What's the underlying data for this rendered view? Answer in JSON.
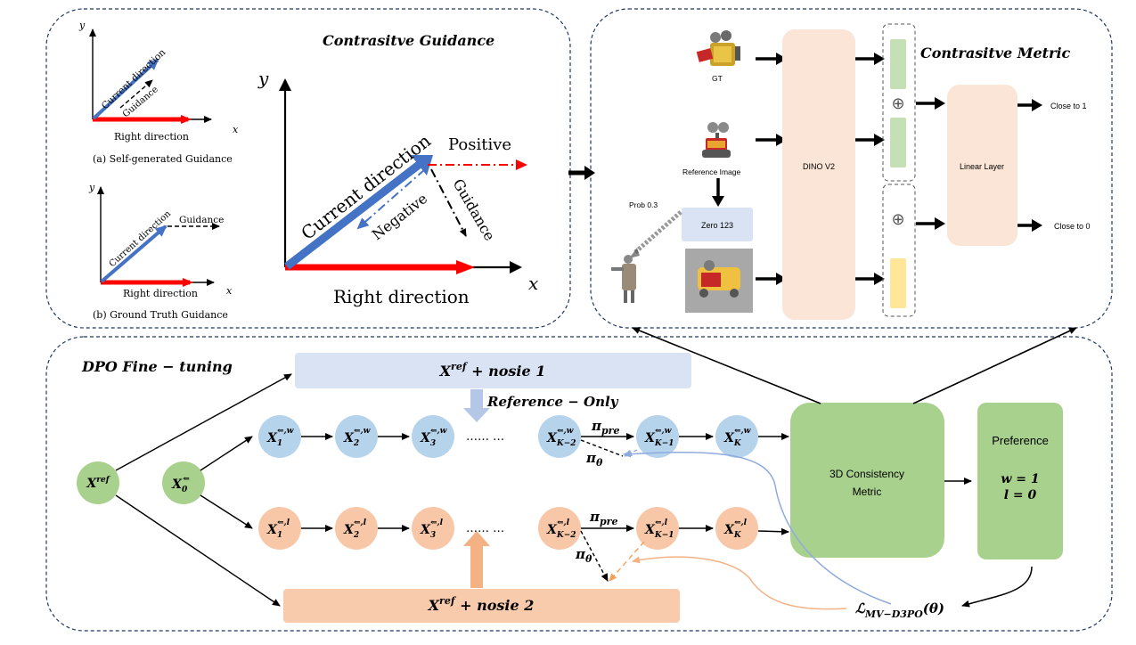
{
  "contrastive_guidance": {
    "title": "Contrasitve Guidance",
    "panel_a": {
      "caption": "(a) Self-generated Guidance",
      "y_label": "y",
      "x_label": "x",
      "current_label": "Current direction",
      "guidance_label": "Guidance",
      "right_label": "Right direction"
    },
    "panel_b": {
      "caption": "(b) Ground Truth Guidance",
      "y_label": "y",
      "x_label": "x",
      "current_label": "Current direction",
      "guidance_label": "Guidance",
      "right_label": "Right direction"
    },
    "main": {
      "y_label": "y",
      "x_label": "x",
      "current_label": "Current direction",
      "positive_label": "Positive",
      "negative_label": "Negative",
      "guidance_label": "Guidance",
      "right_label": "Right direction"
    }
  },
  "contrastive_metric": {
    "title": "Contrasitve Metric",
    "gt_label": "GT",
    "reference_label": "Reference Image",
    "prob_label": "Prob 0.3",
    "zero123_label": "Zero 123",
    "dino_label": "DINO V2",
    "plus_symbol": "⊕",
    "linear_label": "Linear Layer",
    "close1_label": "Close to 1",
    "close0_label": "Close to 0"
  },
  "dpo": {
    "title": "DPO Fine − tuning",
    "noise1": {
      "base": "X",
      "sup": "ref",
      "tail": " + nosie 1"
    },
    "noise2": {
      "base": "X",
      "sup": "ref",
      "tail": " + nosie 2"
    },
    "reference_only": "Reference − Only",
    "x_ref": {
      "base": "X",
      "sup": "ref"
    },
    "x0": {
      "base": "X",
      "sub": "0",
      "sup": "⇐"
    },
    "win_nodes": [
      {
        "base": "X",
        "sub": "1",
        "sup": "⇐,w"
      },
      {
        "base": "X",
        "sub": "2",
        "sup": "⇐,w"
      },
      {
        "base": "X",
        "sub": "3",
        "sup": "⇐,w"
      },
      {
        "base": "X",
        "sub": "K−2",
        "sup": "⇐,w"
      },
      {
        "base": "X",
        "sub": "K−1",
        "sup": "⇐,w"
      },
      {
        "base": "X",
        "sub": "K",
        "sup": "⇐,w"
      }
    ],
    "lose_nodes": [
      {
        "base": "X",
        "sub": "1",
        "sup": "⇐,l"
      },
      {
        "base": "X",
        "sub": "2",
        "sup": "⇐,l"
      },
      {
        "base": "X",
        "sub": "3",
        "sup": "⇐,l"
      },
      {
        "base": "X",
        "sub": "K−2",
        "sup": "⇐,l"
      },
      {
        "base": "X",
        "sub": "K−1",
        "sup": "⇐,l"
      },
      {
        "base": "X",
        "sub": "K",
        "sup": "⇐,l"
      }
    ],
    "ellipsis": "…… …",
    "pi_pre": {
      "base": "π",
      "sub": "pre"
    },
    "pi_theta": {
      "base": "π",
      "sub": "θ"
    },
    "metric_label_line1": "3D Consistency",
    "metric_label_line2": "Metric",
    "preference_title": "Preference",
    "pref_w": "w = 1",
    "pref_l": "l = 0",
    "loss": {
      "base": "ℒ",
      "sub": "MV−D3PO",
      "tail": "(θ)"
    }
  },
  "colors": {
    "blue_node": "#b6d3ec",
    "orange_node": "#f7c7a7",
    "green_node": "#a9d18e",
    "green_box": "#a9d18e",
    "blue_bar": "#dae3f3",
    "orange_bar": "#f8cbad",
    "dino_box": "#fbe5d6",
    "linear_box": "#fbe5d6",
    "zero_box": "#dae3f3",
    "arrow_blue": "#4472c4",
    "arrow_red": "#ff0000",
    "frame": "#1f3864",
    "feat_green": "#c5e0b4",
    "feat_yellow": "#ffe699"
  }
}
